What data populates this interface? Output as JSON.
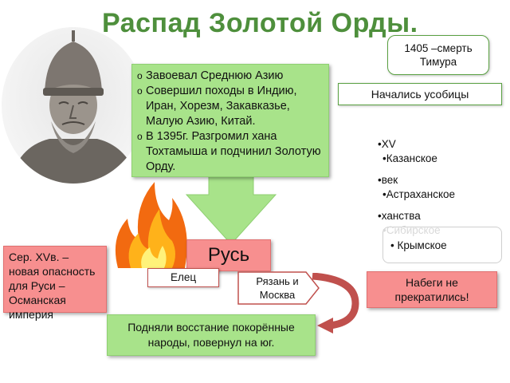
{
  "slide": {
    "title": "Распад Золотой Орды.",
    "portrait_icon": "timur-bust-icon",
    "fire_icon": "flame-icon",
    "conquests": {
      "items": [
        "Завоевал Среднюю Азию",
        "Совершил походы в Индию, Иран, Хорезм, Закавказье, Малую Азию, Китай.",
        "В 1395г. Разгромил хана Тохтамыша и подчинил Золотую Орду."
      ]
    },
    "death_box": {
      "text": "1405 –смерть Тимура"
    },
    "strife_box": {
      "text": "Начались усобицы"
    },
    "khanates": {
      "lines": [
        "•XV",
        "•Казанское",
        "•век",
        "•Астраханское",
        "•ханства",
        "•Сибирское",
        "• Крымское"
      ]
    },
    "rus_label": "Русь",
    "yelets_label": "Елец",
    "ryazan_label": "Рязань и Москва",
    "turkish_box": {
      "text": "Сер. XVв. – новая опасность для Руси – Османская империя"
    },
    "raids_box": {
      "text": "Набеги не прекратились!"
    },
    "uprising_box": {
      "text": "Подняли восстание покорённые народы, повернул на юг."
    },
    "colors": {
      "title_green": "#4e8f3c",
      "box_green": "#a8e38a",
      "box_red": "#f78f8f",
      "arrow_red": "#c0504d"
    }
  }
}
